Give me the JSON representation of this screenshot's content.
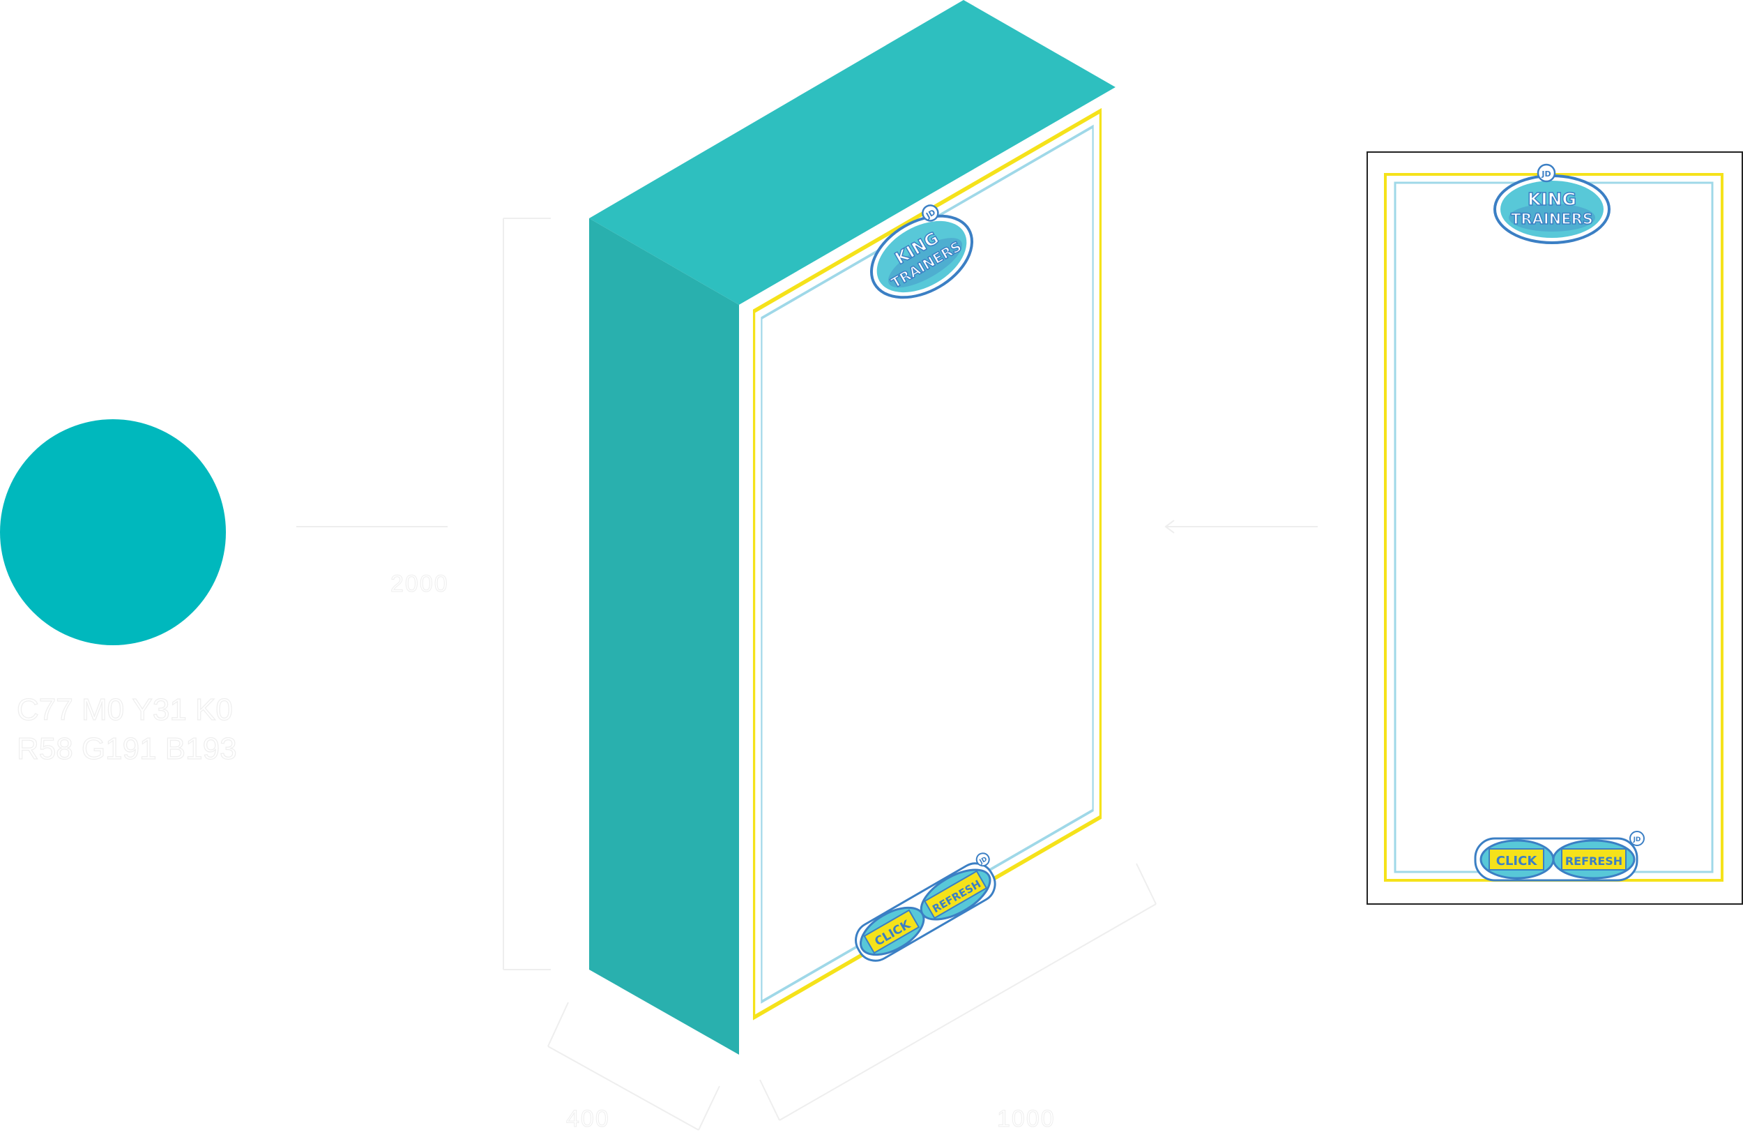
{
  "colors": {
    "teal_primary": "#2ebfbf",
    "teal_side": "#29b0ae",
    "swatch": "#00b8bd",
    "frame_yellow": "#f5e21a",
    "frame_blue": "#9fd8e8",
    "logo_blue": "#3b7fc4",
    "logo_cyan": "#58c8d8"
  },
  "swatch": {
    "cmyk": "C77 M0 Y31 K0",
    "rgb": "R58 G191 B193"
  },
  "dimensions": {
    "height": "2000",
    "depth": "400",
    "width": "1000"
  },
  "logos": {
    "top_line1": "KING",
    "top_line2": "TRAINERS",
    "bottom_left": "CLICK",
    "bottom_right": "REFRESH",
    "badge": "JD"
  }
}
